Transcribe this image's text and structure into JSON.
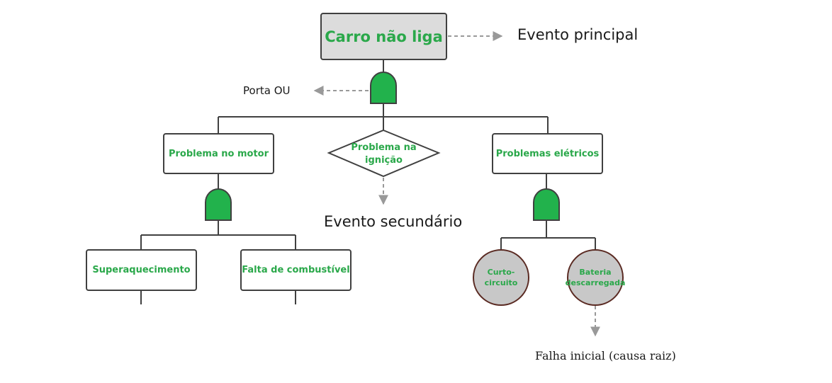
{
  "top_event": {
    "label": "Carro não liga",
    "annotation": "Evento principal"
  },
  "top_gate": {
    "type": "or",
    "annotation": "Porta OU"
  },
  "intermediate_events": {
    "engine": {
      "label": "Problema no motor"
    },
    "ignition": {
      "label_line1": "Problema na",
      "label_line2": "ignição",
      "annotation": "Evento secundário"
    },
    "electrical": {
      "label": "Problemas elétricos"
    }
  },
  "engine_branch": {
    "gate": {
      "type": "or"
    },
    "children": [
      {
        "label": "Superaquecimento"
      },
      {
        "label": "Falta de combustível"
      }
    ]
  },
  "electrical_branch": {
    "gate": {
      "type": "or"
    },
    "basic_events": [
      {
        "label_line1": "Curto-",
        "label_line2": "circuito"
      },
      {
        "label_line1": "Bateria",
        "label_line2": "descarregada"
      }
    ],
    "annotation": "Falha inicial (causa raiz)"
  },
  "colors": {
    "gate_fill": "#22b24c",
    "text_green": "#2aa84a",
    "line": "#404040",
    "arrow": "#999999",
    "top_event_fill": "#dcdcdc",
    "basic_event_fill": "#c8c8c8"
  },
  "icons": {
    "gate": "or-gate-icon",
    "arrow": "dashed-arrow-icon"
  }
}
